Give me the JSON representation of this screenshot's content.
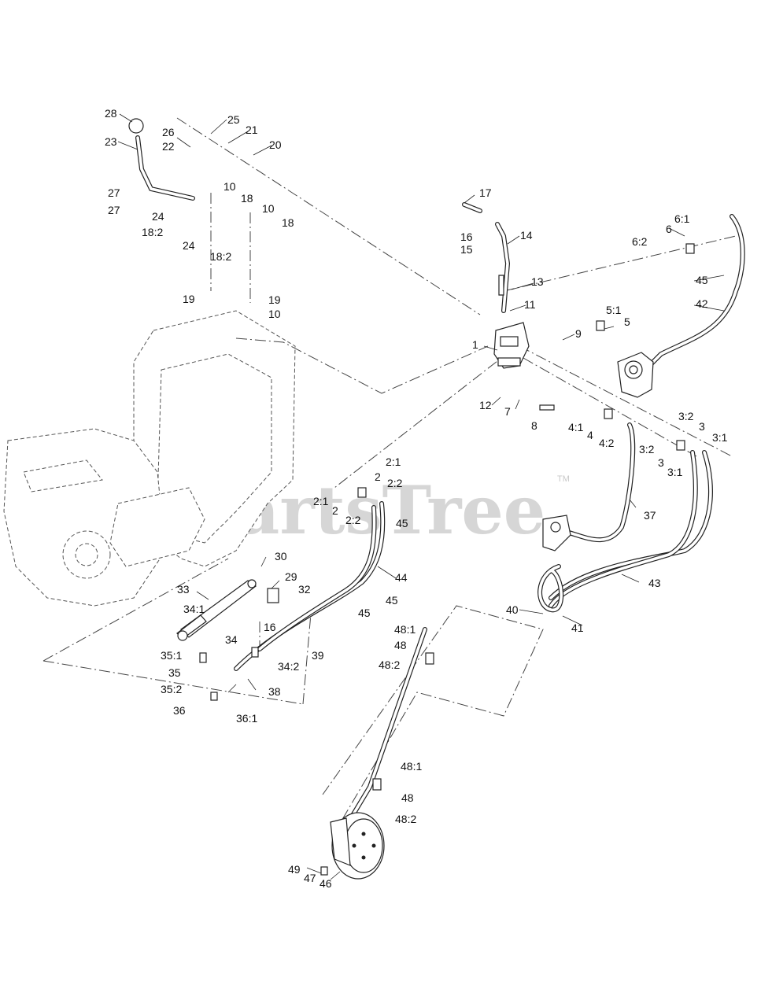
{
  "watermark": {
    "text": "PartsTree",
    "trademark": "TM"
  },
  "callouts": [
    "28",
    "23",
    "27",
    "27",
    "26",
    "22",
    "25",
    "21",
    "20",
    "10",
    "18",
    "24",
    "18:2",
    "10",
    "18",
    "24",
    "18:2",
    "19",
    "19",
    "10",
    "17",
    "16",
    "15",
    "14",
    "13",
    "11",
    "1",
    "9",
    "12",
    "7",
    "8",
    "5:1",
    "5",
    "6:1",
    "6",
    "6:2",
    "45",
    "42",
    "4:1",
    "4",
    "4:2",
    "3:2",
    "3",
    "3:1",
    "3:2",
    "3",
    "3:1",
    "2:1",
    "2",
    "2:2",
    "2:1",
    "2",
    "2:2",
    "45",
    "37",
    "44",
    "30",
    "29",
    "32",
    "33",
    "34:1",
    "16",
    "45",
    "45",
    "39",
    "34",
    "34:2",
    "35:1",
    "35",
    "35:2",
    "36",
    "36:1",
    "38",
    "43",
    "40",
    "41",
    "48:1",
    "48",
    "48:2",
    "48:1",
    "48",
    "48:2",
    "49",
    "47",
    "46"
  ]
}
